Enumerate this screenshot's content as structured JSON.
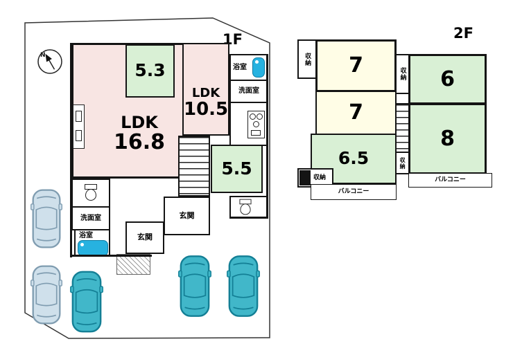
{
  "colors": {
    "room-pink": "#f8e5e3",
    "room-green": "#d9f0d5",
    "room-cream": "#fffde6",
    "tub-blue": "#27b2e0",
    "car-light-body": "#cfe0eb",
    "car-light-line": "#7f9cb0",
    "car-teal-body": "#41b7c9",
    "car-teal-line": "#137f95"
  },
  "floor1": {
    "label": "1F",
    "compass": "N",
    "rooms": {
      "ldk_main_name": "LDK",
      "ldk_main_size": "16.8",
      "ldk_sub_name": "LDK",
      "ldk_sub_size": "10.5",
      "tatami_53": "5.3",
      "room_55": "5.5",
      "bath_top": "浴室",
      "washroom_top": "洗面室",
      "entrance_main": "玄関",
      "entrance_sub": "玄関",
      "washroom_bottom": "洗面室",
      "bath_bottom": "浴室"
    }
  },
  "floor2": {
    "label": "2F",
    "rooms": {
      "room_7a": "7",
      "room_7b": "7",
      "room_6": "6",
      "room_8": "8",
      "room_65": "6.5",
      "storage_tl": "収納",
      "storage_mid": "収納",
      "storage_bottom": "収納",
      "storage_stairs": "収納",
      "balcony_bottom": "バルコニー",
      "balcony_right": "バルコニー"
    }
  }
}
